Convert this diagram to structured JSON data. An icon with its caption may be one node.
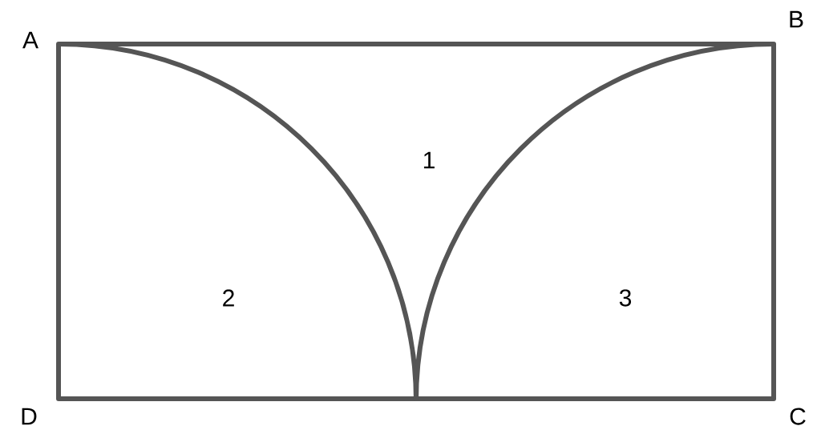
{
  "diagram": {
    "labels": [
      "A",
      "B",
      "1",
      "2",
      "3",
      "D",
      "C"
    ]
  }
}
